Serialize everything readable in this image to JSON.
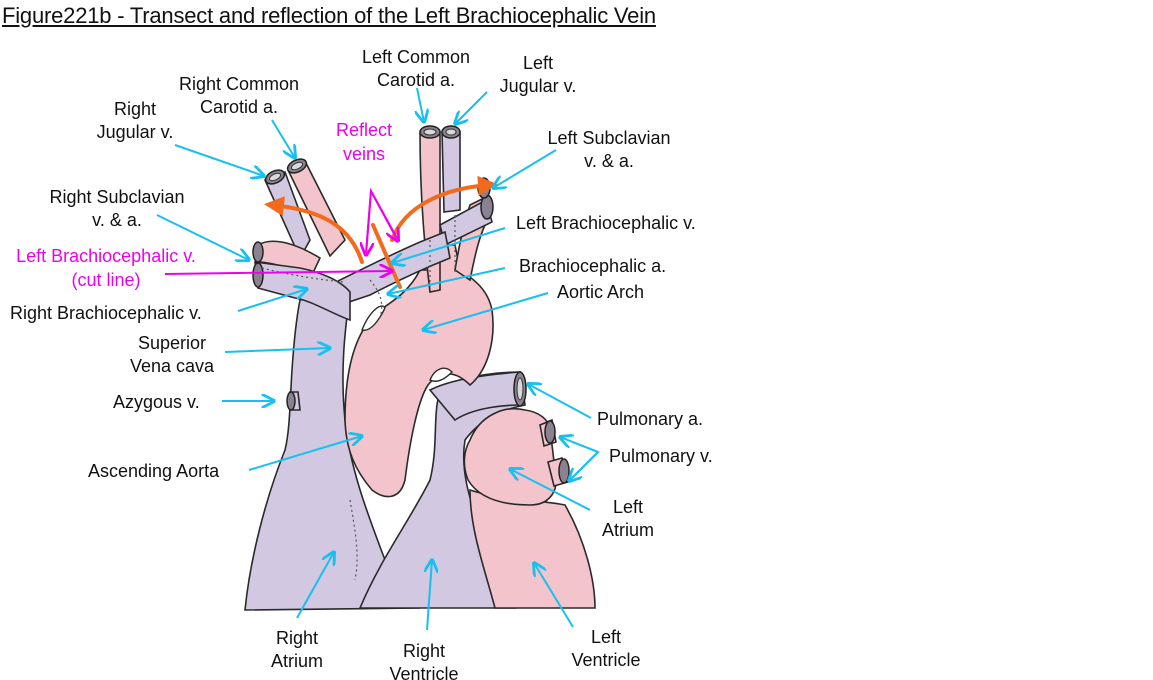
{
  "title": "Figure221b - Transect and reflection of the Left Brachiocephalic Vein",
  "colors": {
    "vein": "#d2c8e2",
    "artery": "#f3c4cb",
    "pointer": "#18c0f0",
    "highlight": "#ee00ee",
    "reflect_arrow": "#f26b1d"
  },
  "labels": {
    "right_common_carotid": [
      "Right Common",
      "Carotid a."
    ],
    "right_jugular": [
      "Right",
      "Jugular v."
    ],
    "left_common_carotid": [
      "Left Common",
      "Carotid a."
    ],
    "left_jugular": [
      "Left",
      "Jugular v."
    ],
    "reflect_veins": [
      "Reflect",
      "veins"
    ],
    "left_subclavian": [
      "Left Subclavian",
      "v. & a."
    ],
    "right_subclavian": [
      "Right Subclavian",
      "v. & a."
    ],
    "left_brachiocephalic_v": "Left Brachiocephalic v.",
    "left_brachiocephalic_cut": [
      "Left Brachiocephalic v.",
      "(cut line)"
    ],
    "brachiocephalic_a": "Brachiocephalic a.",
    "aortic_arch": "Aortic Arch",
    "right_brachiocephalic_v": "Right Brachiocephalic v.",
    "superior_vena_cava": [
      "Superior",
      "Vena cava"
    ],
    "azygous": "Azygous v.",
    "pulmonary_a": "Pulmonary a.",
    "pulmonary_v": "Pulmonary v.",
    "ascending_aorta": "Ascending Aorta",
    "left_atrium": [
      "Left",
      "Atrium"
    ],
    "right_atrium": [
      "Right",
      "Atrium"
    ],
    "right_ventricle": [
      "Right",
      "Ventricle"
    ],
    "left_ventricle": [
      "Left",
      "Ventricle"
    ]
  }
}
